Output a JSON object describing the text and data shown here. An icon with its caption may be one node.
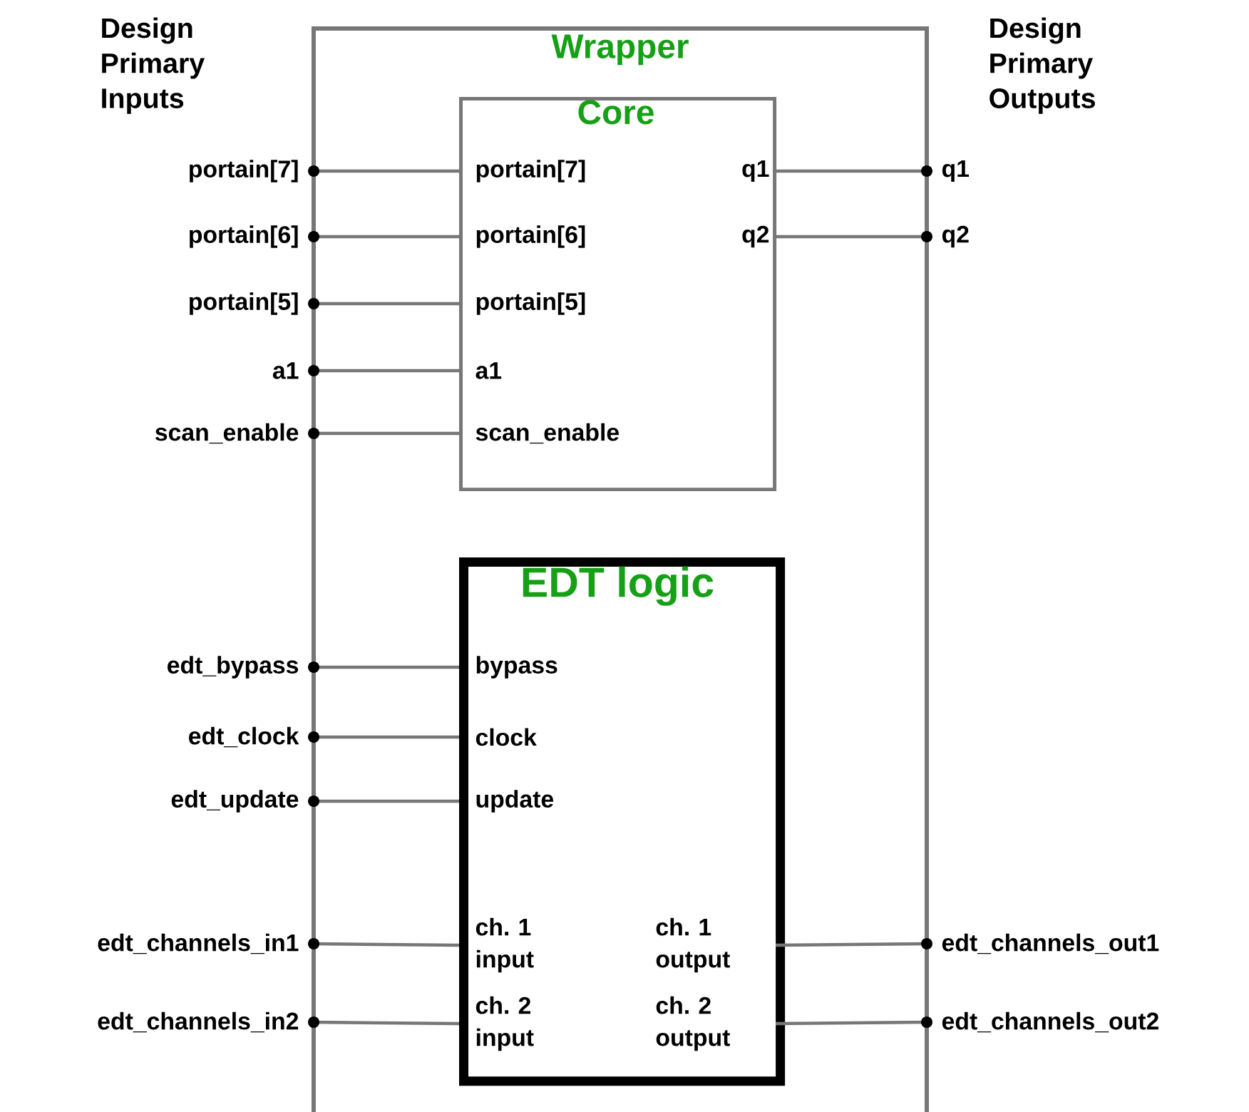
{
  "diagram": {
    "nodes": [
      {
        "text": [
          "Wrapper"
        ]
      },
      {
        "text": [
          "Core"
        ],
        "in": 0
      },
      {
        "text": [
          "EDT logic"
        ],
        "in": 0
      },
      {
        "text": [
          "portain[7]"
        ],
        "in": 1
      },
      {
        "text": [
          "portain[6]"
        ],
        "in": 1
      },
      {
        "text": [
          "portain[5]"
        ],
        "in": 1
      },
      {
        "text": [
          "a1"
        ],
        "in": 1
      },
      {
        "text": [
          "scan_enable"
        ],
        "in": 1
      },
      {
        "text": [
          "q1"
        ],
        "in": 1
      },
      {
        "text": [
          "q2"
        ],
        "in": 1
      },
      {
        "text": [
          "bypass"
        ],
        "in": 2
      },
      {
        "text": [
          "clock"
        ],
        "in": 2
      },
      {
        "text": [
          "update"
        ],
        "in": 2
      },
      {
        "text": [
          "ch. 1 input"
        ],
        "in": 2
      },
      {
        "text": [
          "ch. 1 output"
        ],
        "in": 2
      },
      {
        "text": [
          "ch. 2 input"
        ],
        "in": 2
      },
      {
        "text": [
          "ch. 2 output"
        ],
        "in": 2
      },
      {
        "text": [
          "portain[7]"
        ]
      },
      {
        "text": [
          "portain[6]"
        ]
      },
      {
        "text": [
          "portain[5]"
        ]
      },
      {
        "text": [
          "a1"
        ]
      },
      {
        "text": [
          "scan_enable"
        ]
      },
      {
        "text": [
          "q1"
        ]
      },
      {
        "text": [
          "q2"
        ]
      },
      {
        "text": [
          "edt_bypass"
        ]
      },
      {
        "text": [
          "edt_clock"
        ]
      },
      {
        "text": [
          "edt_update"
        ]
      },
      {
        "text": [
          "edt_channels_in1"
        ]
      },
      {
        "text": [
          "edt_channels_in2"
        ]
      },
      {
        "text": [
          "edt_channels_out1"
        ]
      },
      {
        "text": [
          "edt_channels_out2"
        ]
      }
    ],
    "edges": [
      {
        "from": 17,
        "to": 3,
        "arrow": "other"
      },
      {
        "from": 18,
        "to": 4,
        "arrow": "other"
      },
      {
        "from": 19,
        "to": 5,
        "arrow": "other"
      },
      {
        "from": 20,
        "to": 6,
        "arrow": "other"
      },
      {
        "from": 21,
        "to": 7,
        "arrow": "other"
      },
      {
        "from": 22,
        "to": 8,
        "arrow": "other"
      },
      {
        "from": 23,
        "to": 9,
        "arrow": "other"
      },
      {
        "from": 24,
        "to": 10,
        "arrow": "other"
      },
      {
        "from": 25,
        "to": 11,
        "arrow": "other"
      },
      {
        "from": 26,
        "to": 12,
        "arrow": "other"
      },
      {
        "from": 27,
        "to": 13,
        "arrow": "other"
      },
      {
        "from": 28,
        "to": 15,
        "arrow": "other"
      },
      {
        "from": 29,
        "to": 14,
        "arrow": "other"
      },
      {
        "from": 30,
        "to": 16,
        "arrow": "other"
      }
    ],
    "labels": [
      "Design Primary Inputs",
      "Design Primary Outputs"
    ]
  }
}
